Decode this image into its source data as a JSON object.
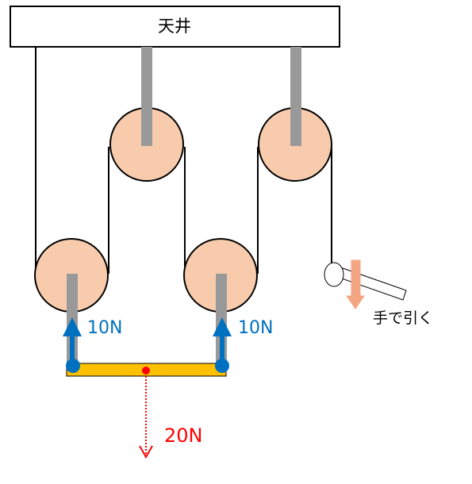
{
  "ceiling": {
    "label": "天井"
  },
  "forces": {
    "left_up": "10N",
    "right_up": "10N",
    "down": "20N"
  },
  "hand": {
    "label": "手で引く"
  },
  "colors": {
    "pulley_fill": "#F8CBAD",
    "axle": "#999999",
    "bar": "#FFC000",
    "up_arrow": "#0070C0",
    "down_arrow": "#FF0000",
    "hand_arrow": "#F4A582"
  }
}
